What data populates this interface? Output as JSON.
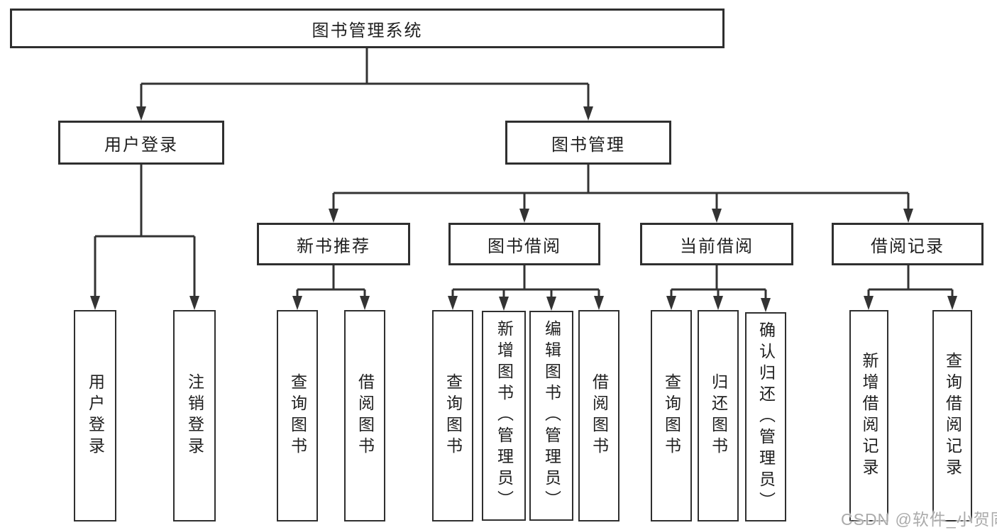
{
  "colors": {
    "line": "#333333",
    "box_border": "#2f2f2f",
    "text": "#1f1f1f",
    "background": "#ffffff",
    "watermark_color": "#ababab"
  },
  "watermark": "CSDN @软件_小贺同学",
  "tree": {
    "label": "图书管理系统",
    "children": [
      {
        "label": "用户登录",
        "children": [
          {
            "label": "用户登录"
          },
          {
            "label": "注销登录"
          }
        ]
      },
      {
        "label": "图书管理",
        "children": [
          {
            "label": "新书推荐",
            "children": [
              {
                "label": "查询图书"
              },
              {
                "label": "借阅图书"
              }
            ]
          },
          {
            "label": "图书借阅",
            "children": [
              {
                "label": "查询图书"
              },
              {
                "label": "新增图书（管理员）"
              },
              {
                "label": "编辑图书（管理员）"
              },
              {
                "label": "借阅图书"
              }
            ]
          },
          {
            "label": "当前借阅",
            "children": [
              {
                "label": "查询图书"
              },
              {
                "label": "归还图书"
              },
              {
                "label": "确认归还（管理员）"
              }
            ]
          },
          {
            "label": "借阅记录",
            "children": [
              {
                "label": "新增借阅记录"
              },
              {
                "label": "查询借阅记录"
              }
            ]
          }
        ]
      }
    ]
  }
}
